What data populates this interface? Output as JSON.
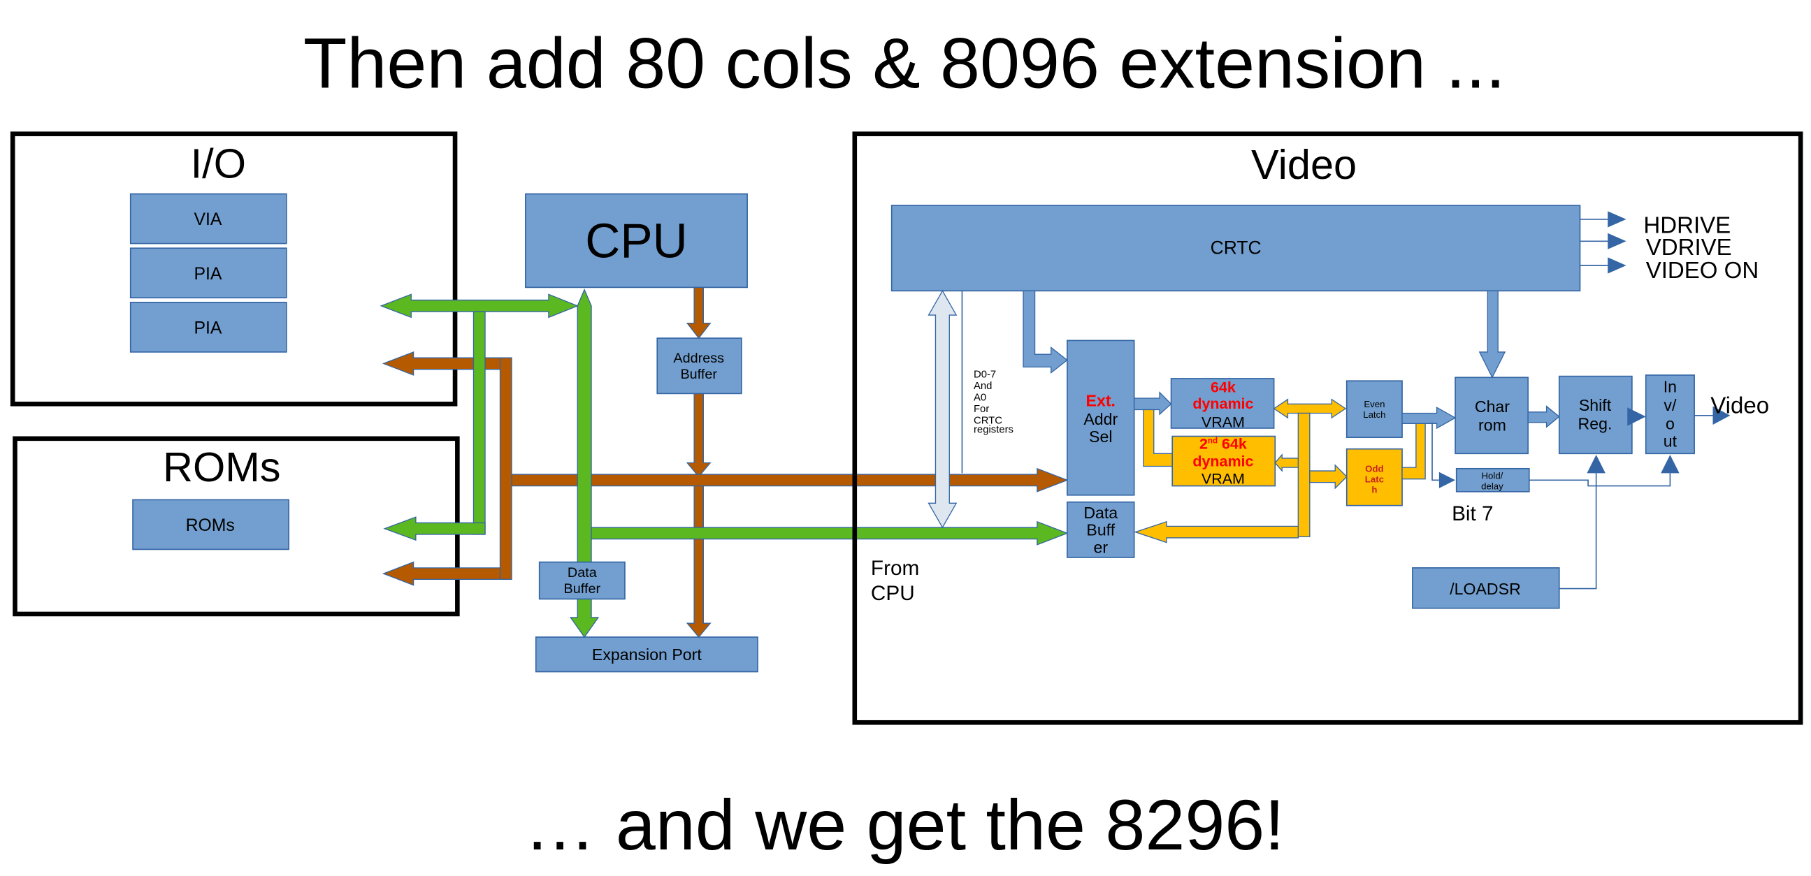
{
  "title": "Then add 80 cols & 8096 extension ...",
  "caption": "… and we get the 8296!",
  "colors": {
    "box_fill": "#729fcf",
    "box_border": "#3465a4",
    "data_bus": "#5cb820",
    "address_bus": "#b55a00",
    "vram_bus": "#ffbf00",
    "crtc_bus": "#dee6ef",
    "highlight_text": "#ff0000"
  },
  "io": {
    "heading": "I/O",
    "chips": [
      "VIA",
      "PIA",
      "PIA"
    ]
  },
  "roms": {
    "heading": "ROMs",
    "chip": "ROMs"
  },
  "cpu": {
    "label": "CPU",
    "address_buffer": [
      "Address",
      "Buffer"
    ],
    "data_buffer": [
      "Data",
      "Buffer"
    ],
    "expansion_port": "Expansion Port"
  },
  "video": {
    "heading": "Video",
    "crtc": "CRTC",
    "outputs": [
      "HDRIVE",
      "VDRIVE",
      "VIDEO ON"
    ],
    "crtc_note": [
      "D0-7",
      "And",
      "A0",
      "For",
      "CRTC",
      "registers"
    ],
    "ext_addr_sel": {
      "highlight": "Ext.",
      "lines": [
        "Addr",
        "Sel"
      ]
    },
    "data_buffer": [
      "Data",
      "Buff",
      "er"
    ],
    "vram1": {
      "highlight": [
        "64k",
        "dynamic"
      ],
      "label": "VRAM"
    },
    "vram2": {
      "sup_base": "2",
      "sup": "nd",
      "highlight_rest": " 64k",
      "highlight2": "dynamic",
      "label": "VRAM"
    },
    "even_latch": [
      "Even",
      "Latch"
    ],
    "odd_latch": [
      "Odd",
      "Latc",
      "h"
    ],
    "char_rom": [
      "Char",
      "rom"
    ],
    "shift_reg": [
      "Shift",
      "Reg."
    ],
    "inv_out": [
      "In",
      "v/",
      "o",
      "ut"
    ],
    "video_out": "Video",
    "hold_delay": [
      "Hold/",
      "delay"
    ],
    "bit7": "Bit 7",
    "loadsr": "/LOADSR",
    "from_cpu": [
      "From",
      "CPU"
    ]
  }
}
